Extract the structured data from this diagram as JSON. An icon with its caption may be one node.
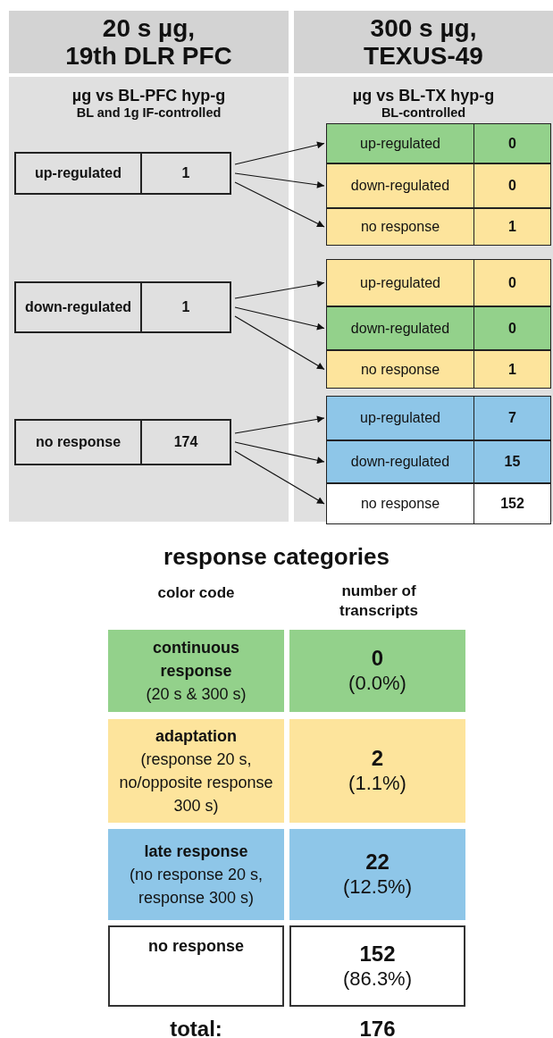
{
  "diagram": {
    "nodes": [
      {
        "text": [
          "20 s µg, 19th DLR PFC",
          "µg vs BL-PFC hyp-g",
          "BL and 1g IF-controlled"
        ]
      },
      {
        "text": [
          "300 s µg, TEXUS-49",
          "µg vs BL-TX hyp-g",
          "BL-controlled"
        ]
      },
      {
        "text": [
          "up-regulated",
          "1"
        ],
        "in": 0
      },
      {
        "text": [
          "down-regulated",
          "1"
        ],
        "in": 0
      },
      {
        "text": [
          "no response",
          "174"
        ],
        "in": 0
      },
      {
        "text": [
          "up-regulated",
          "0"
        ],
        "in": 1
      },
      {
        "text": [
          "down-regulated",
          "0"
        ],
        "in": 1
      },
      {
        "text": [
          "no response",
          "1"
        ],
        "in": 1
      },
      {
        "text": [
          "up-regulated",
          "0"
        ],
        "in": 1
      },
      {
        "text": [
          "down-regulated",
          "0"
        ],
        "in": 1
      },
      {
        "text": [
          "no response",
          "1"
        ],
        "in": 1
      },
      {
        "text": [
          "up-regulated",
          "7"
        ],
        "in": 1
      },
      {
        "text": [
          "down-regulated",
          "15"
        ],
        "in": 1
      },
      {
        "text": [
          "no response",
          "152"
        ],
        "in": 1
      }
    ],
    "edges": [
      {
        "from": 2,
        "to": 5,
        "arrow": "to"
      },
      {
        "from": 2,
        "to": 6,
        "arrow": "to"
      },
      {
        "from": 2,
        "to": 7,
        "arrow": "to"
      },
      {
        "from": 3,
        "to": 8,
        "arrow": "to"
      },
      {
        "from": 3,
        "to": 9,
        "arrow": "to"
      },
      {
        "from": 3,
        "to": 10,
        "arrow": "to"
      },
      {
        "from": 4,
        "to": 11,
        "arrow": "to"
      },
      {
        "from": 4,
        "to": 12,
        "arrow": "to"
      },
      {
        "from": 4,
        "to": 13,
        "arrow": "to"
      }
    ],
    "labels": [
      "response categories",
      "color code",
      "number of transcripts",
      "0",
      "(0.0%)",
      "2",
      "(1.1%)",
      "22",
      "(12.5%)",
      "152",
      "(86.3%)",
      "total:",
      "176"
    ],
    "legend": [
      {
        "text": "**continuous response** (20 s & 300 s)",
        "color": "#93d18b"
      },
      {
        "text": "**adaptation** (response 20 s, no/opposite response 300 s)",
        "color": "#fde49c"
      },
      {
        "text": "**late response** (no response 20 s, response 300 s)",
        "color": "#8ec6e8"
      },
      {
        "text": "**no response**",
        "color": "#ffffff"
      }
    ]
  }
}
